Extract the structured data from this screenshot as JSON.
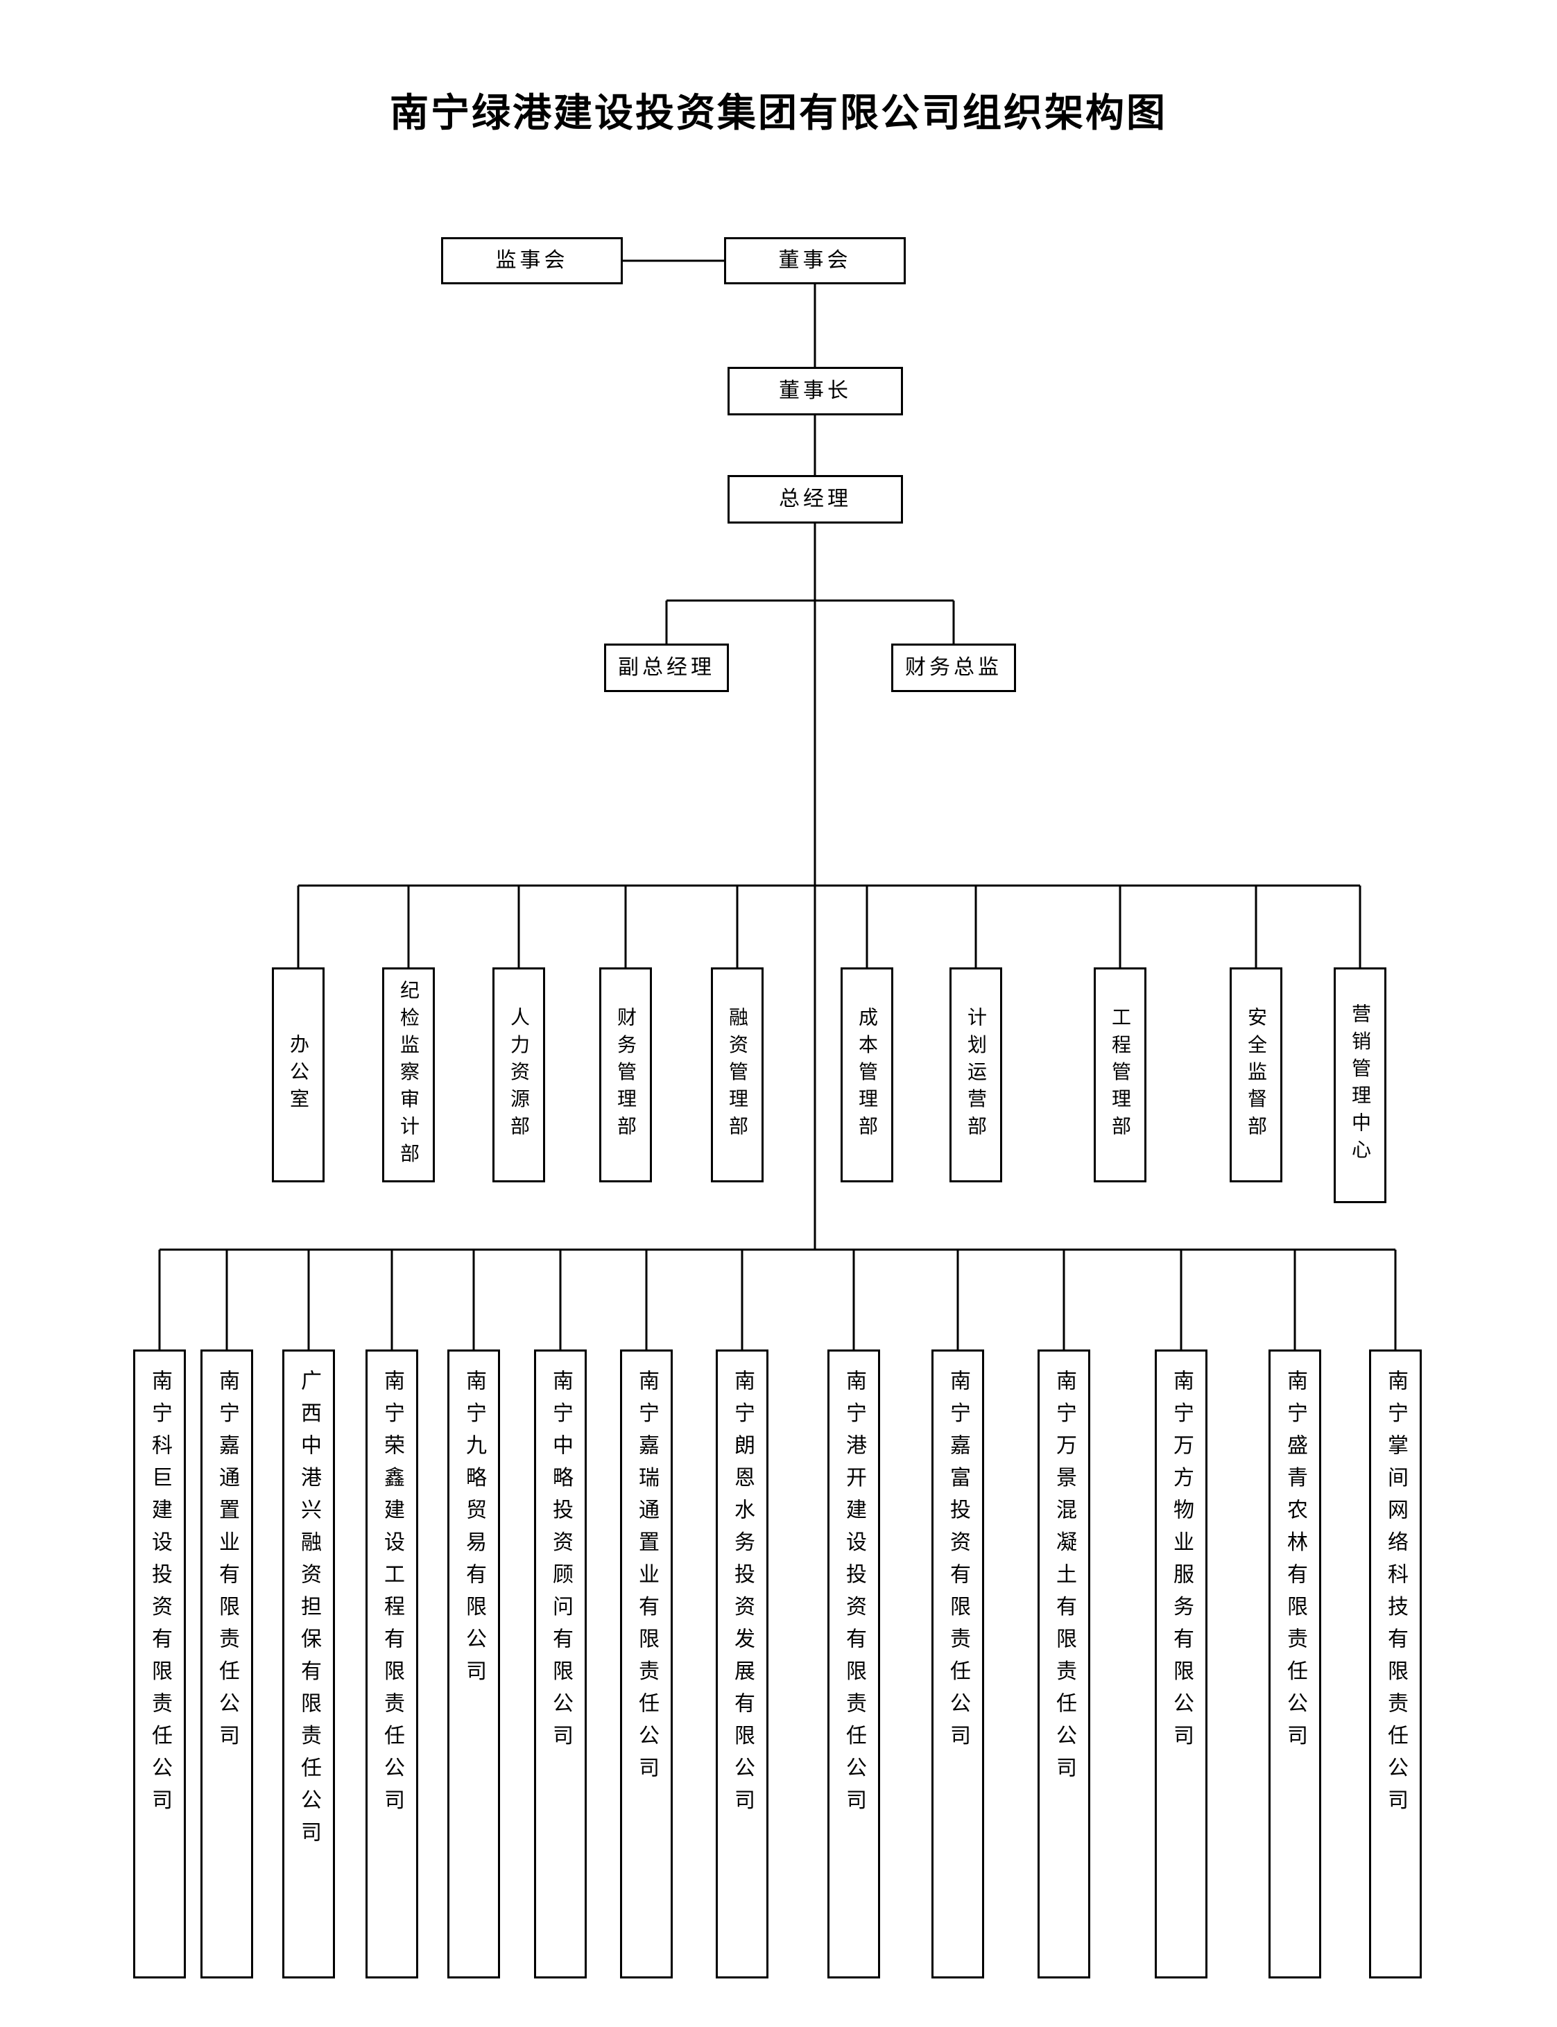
{
  "title": "南宁绿港建设投资集团有限公司组织架构图",
  "nodes": {
    "supervisory_board": "监事会",
    "board_of_directors": "董事会",
    "chairman": "董事长",
    "general_manager": "总经理",
    "deputy_general_manager": "副总经理",
    "finance_director": "财务总监"
  },
  "departments": [
    "办公室",
    "纪检监察审计部",
    "人力资源部",
    "财务管理部",
    "融资管理部",
    "成本管理部",
    "计划运营部",
    "工程管理部",
    "安全监督部",
    "营销管理中心"
  ],
  "subsidiaries": [
    "南宁科巨建设投资有限责任公司",
    "南宁嘉通置业有限责任公司",
    "广西中港兴融资担保有限责任公司",
    "南宁荣鑫建设工程有限责任公司",
    "南宁九略贸易有限公司",
    "南宁中略投资顾问有限公司",
    "南宁嘉瑞通置业有限责任公司",
    "南宁朗恩水务投资发展有限公司",
    "南宁港开建设投资有限责任公司",
    "南宁嘉富投资有限责任公司",
    "南宁万景混凝土有限责任公司",
    "南宁万方物业服务有限公司",
    "南宁盛青农林有限责任公司",
    "南宁掌间网络科技有限责任公司"
  ],
  "colors": {
    "background": "#ffffff",
    "line": "#000000",
    "text": "#000000"
  }
}
